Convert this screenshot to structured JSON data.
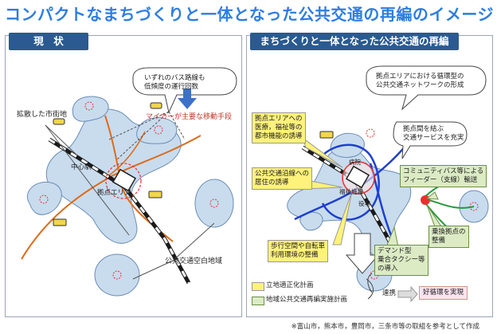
{
  "title": "コンパクトなまちづくりと一体となった公共交通の再編のイメージ",
  "left": {
    "header": "現　状",
    "bubble_text_1": "いずれのバス路線も",
    "bubble_text_2": "低頻度の運行回数",
    "car_label": "マイカーが主要な移動手段",
    "sprawl_label": "拡散した市街地",
    "station_label": "中心駅",
    "hub_label": "拠点エリア",
    "blank_area_label": "公共交通空白地域"
  },
  "right": {
    "header": "まちづくりと一体となった公共交通の再編",
    "loop_1": "拠点エリアにおける循環型の",
    "loop_2": "公共交通ネットワークの形成",
    "hub_1": "拠点エリアへの",
    "hub_2": "医療，福祉等の",
    "hub_3": "都市機能の誘導",
    "hubs_conn_1": "拠点間を結ぶ",
    "hubs_conn_2": "交通サービスを充実",
    "res_1": "公共交通沿線への",
    "res_2": "居住の誘導",
    "community_1": "コミュニティバス等による",
    "community_2": "フィーダー（支線）輸送",
    "transfer_1": "乗換拠点の",
    "transfer_2": "整備",
    "walk_1": "歩行空間や自転車",
    "walk_2": "利用環境の整備",
    "demand_1": "デマンド型",
    "demand_2": "乗合タクシー等",
    "demand_3": "の導入",
    "map_label_1": "病院",
    "map_label_2": "福祉施設",
    "map_label_3": "役場"
  },
  "legend": {
    "yellow": "立地適正化計画",
    "green": "地域公共交通再編実施計画",
    "link": "連携",
    "result": "好循環を実現"
  },
  "footer": "※富山市，熊本市，豊岡市，三条市等の取組を参考として作成",
  "colors": {
    "title": "#2e7de0",
    "header_bg": "#2a5a90",
    "urban_area": "#c8dcee",
    "bus_route": "#e06a18",
    "rail": "#1a1a1a",
    "loop_line": "#1f3fd0",
    "feeder_line": "#2a9a3a",
    "hub_circle": "#e83030",
    "yellow_box": "#fff27a",
    "green_box": "#dcebc4",
    "result_box": "#fbe3f0"
  }
}
